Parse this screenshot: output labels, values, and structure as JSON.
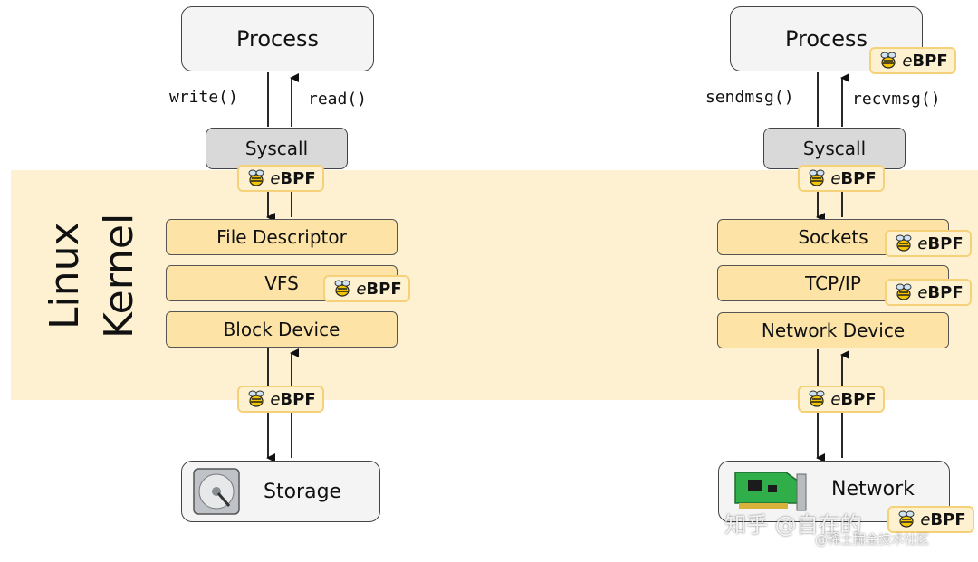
{
  "kernel_label": {
    "line1": "Linux",
    "line2": "Kernel"
  },
  "left": {
    "process": "Process",
    "write_call": "write()",
    "read_call": "read()",
    "syscall": "Syscall",
    "layers": [
      "File Descriptor",
      "VFS",
      "Block Device"
    ],
    "device": "Storage"
  },
  "right": {
    "process": "Process",
    "send_call": "sendmsg()",
    "recv_call": "recvmsg()",
    "syscall": "Syscall",
    "layers": [
      "Sockets",
      "TCP/IP",
      "Network Device"
    ],
    "device": "Network"
  },
  "ebpf_badge": {
    "prefix": "e",
    "suffix": "BPF"
  },
  "watermark": {
    "main": "知乎 @自在的",
    "sub": "@稀土掘金技术社区"
  },
  "colors": {
    "kernel_band": "#fdf1d2",
    "layer_fill": "#fde4a6",
    "badge_fill": "#fdf1cf",
    "badge_border": "#f5d27a"
  }
}
